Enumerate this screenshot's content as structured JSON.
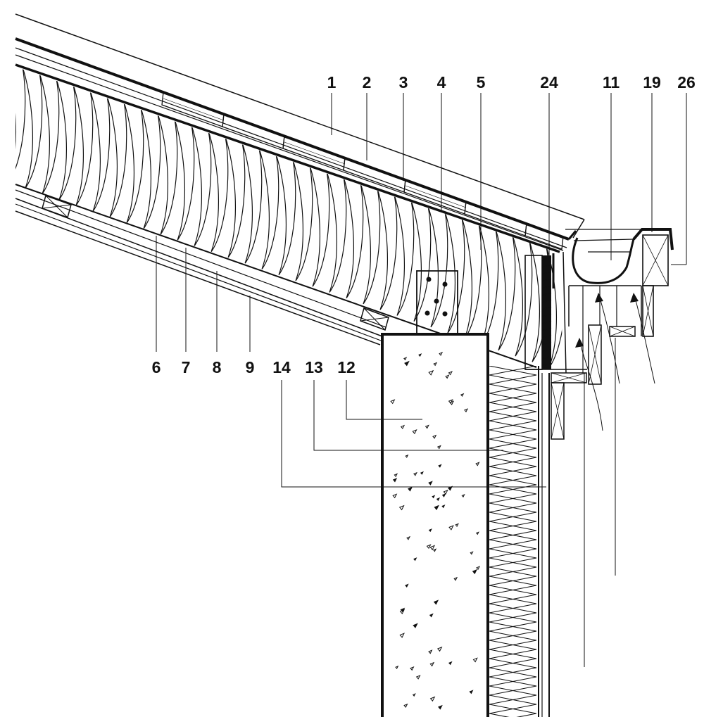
{
  "diagram": {
    "callouts_top": [
      "1",
      "2",
      "3",
      "4",
      "5",
      "24",
      "11",
      "19",
      "26"
    ],
    "callouts_bottom": [
      "6",
      "7",
      "8",
      "9",
      "14",
      "13",
      "12"
    ]
  }
}
